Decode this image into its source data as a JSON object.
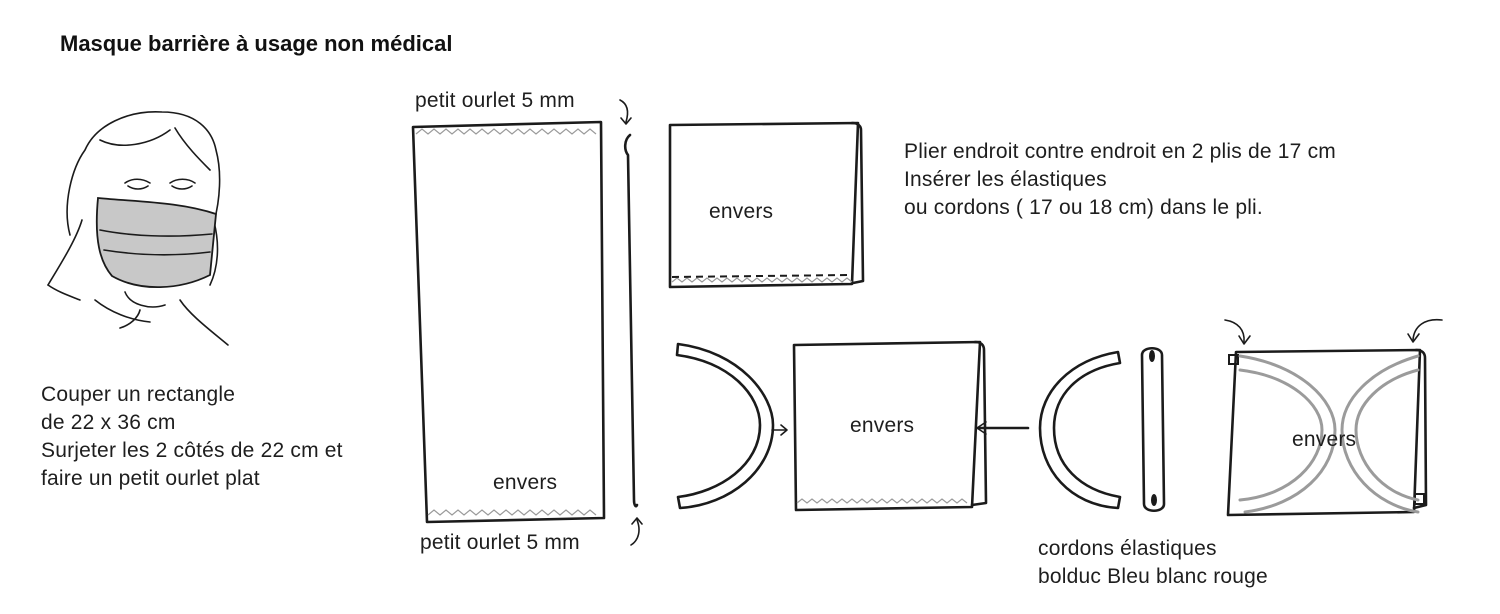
{
  "title": "Masque barrière à usage non médical",
  "step1_text": [
    "Couper  un rectangle",
    "de 22 x 36 cm",
    "Surjeter les 2 côtés de 22 cm et",
    "faire un petit ourlet plat"
  ],
  "hem_top_label": "petit ourlet 5 mm",
  "hem_bottom_label": "petit ourlet 5 mm",
  "fabric_side_label": "envers",
  "step2_text": [
    "Plier endroit contre endroit en 2 plis de 17 cm",
    "Insérer les élastiques",
    "ou cordons ( 17 ou 18 cm) dans le pli."
  ],
  "cords_label_line1": "cordons élastiques",
  "cords_label_line2": "bolduc Bleu blanc rouge",
  "icons": [
    "face-with-mask-icon",
    "arrow-icon",
    "elastic-loop-icon",
    "cord-strip-icon"
  ],
  "colors": {
    "ink": "#1b1b1b",
    "mask_fill": "#c8c8c8",
    "stitch": "#9a9a9a"
  }
}
